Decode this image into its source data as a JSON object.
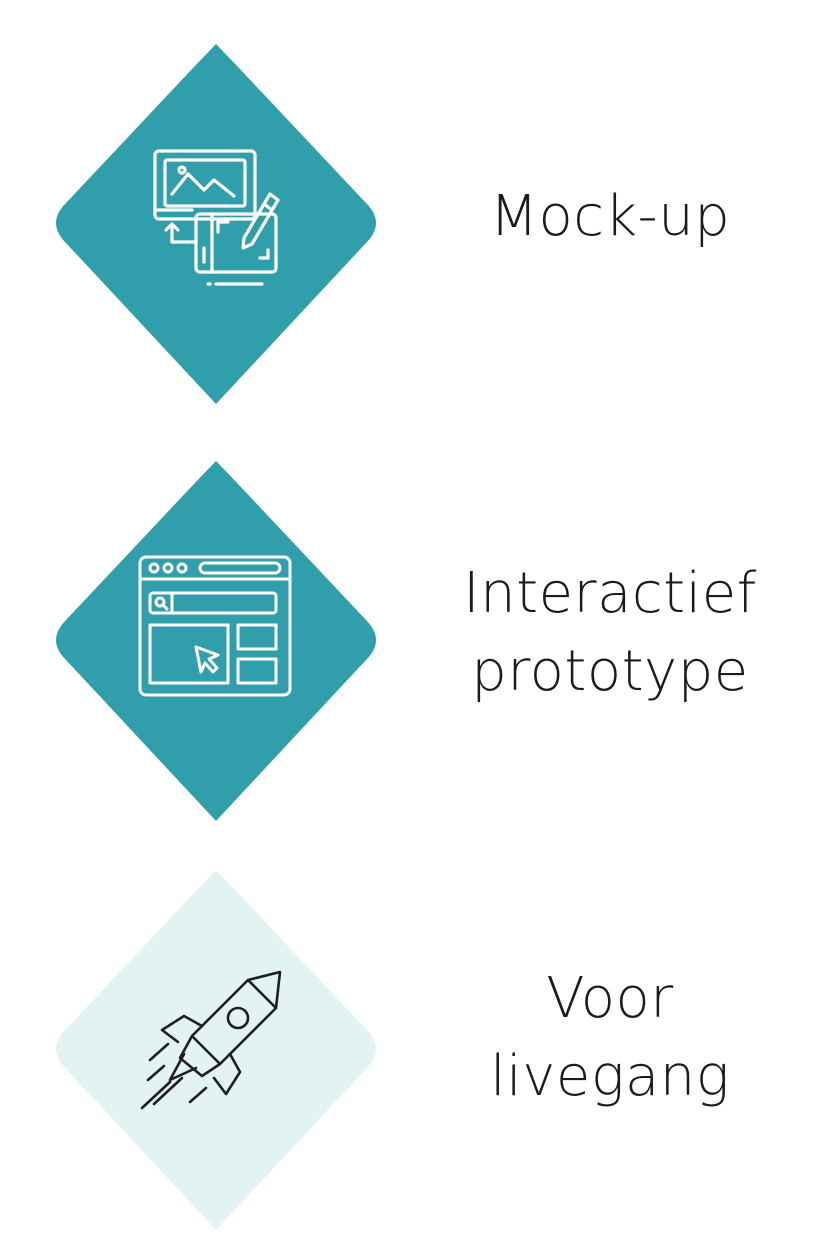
{
  "colors": {
    "teal": "#309fab",
    "light_teal": "#e3f3f3",
    "icon_on_teal": "#ffffff",
    "icon_on_light": "#1e1e1e",
    "text": "#1b1b1b"
  },
  "steps": [
    {
      "label": "Mock-up",
      "lines": [
        "Mock-up"
      ],
      "icon": "design-devices-icon",
      "fill": "teal"
    },
    {
      "label": "Interactief prototype",
      "lines": [
        "Interactief",
        "prototype"
      ],
      "icon": "browser-window-icon",
      "fill": "teal"
    },
    {
      "label": "Voor livegang",
      "lines": [
        "Voor",
        "livegang"
      ],
      "icon": "rocket-icon",
      "fill": "light_teal"
    }
  ]
}
